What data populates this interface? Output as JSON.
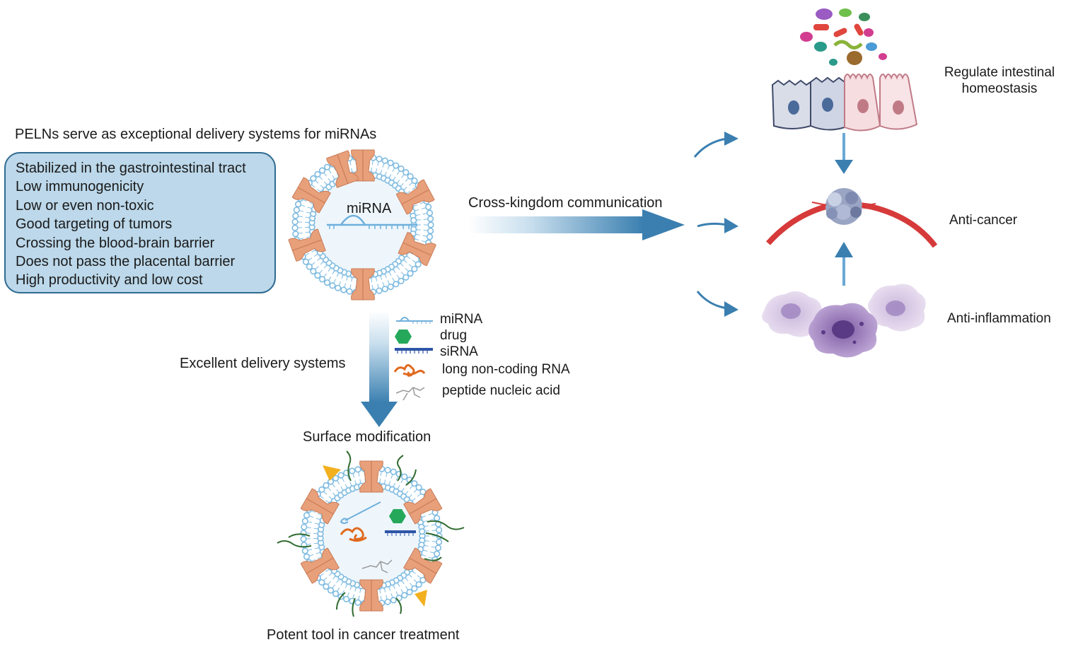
{
  "header": {
    "title": "PELNs serve as exceptional delivery systems for miRNAs"
  },
  "properties": [
    "Stabilized in the gastrointestinal tract",
    "Low immunogenicity",
    "Low or even non-toxic",
    "Good targeting of tumors",
    "Crossing the blood-brain barrier",
    "Does not pass the placental barrier",
    "High productivity and low cost"
  ],
  "vesicle": {
    "cargo_label": "miRNA"
  },
  "arrows": {
    "cross_kingdom": "Cross-kingdom communication",
    "excellent_delivery": "Excellent delivery systems"
  },
  "legend": [
    {
      "label": "miRNA",
      "icon": "mirna-icon"
    },
    {
      "label": "drug",
      "icon": "drug-icon"
    },
    {
      "label": "siRNA",
      "icon": "sirna-icon"
    },
    {
      "label": "long non-coding RNA",
      "icon": "lncrna-icon"
    },
    {
      "label": "peptide nucleic acid",
      "icon": "pna-icon"
    }
  ],
  "bottom": {
    "surface_modification": "Surface modification",
    "caption": "Potent tool in cancer treatment"
  },
  "effects": {
    "intestinal_line1": "Regulate intestinal",
    "intestinal_line2": "homeostasis",
    "anticancer": "Anti-cancer",
    "antiinflammation": "Anti-inflammation"
  },
  "colors": {
    "membrane": "#7fbbe0",
    "protein": "#e8a07a",
    "box_fill": "#bcd8ea",
    "box_border": "#2f6a90",
    "arrow": "#3a7fb0",
    "vessel": "#d63a3a",
    "drug": "#26a85a",
    "sirna": "#2d55a8",
    "lncrna": "#e06a1f",
    "targeting_ligand": "#f2b01e"
  }
}
